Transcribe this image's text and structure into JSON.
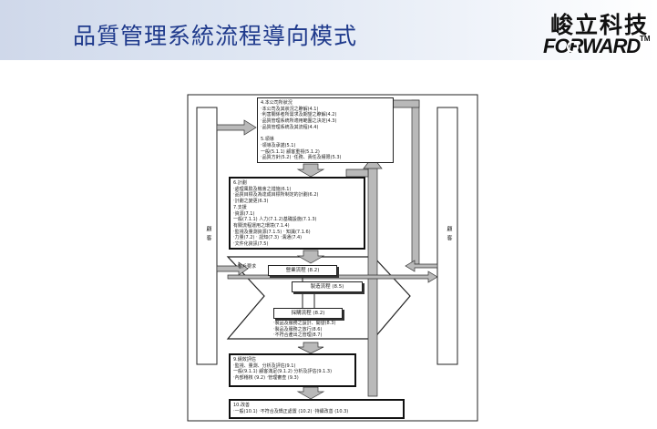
{
  "slide": {
    "title": "品質管理系統流程導向模式"
  },
  "brand": {
    "name_cn": "峻立科技",
    "name_en": "FORWARD",
    "tm": "TM"
  },
  "diagram": {
    "customer_left": "顧客",
    "customer_right": "顧客",
    "customer_req": "客戶要求",
    "box4": {
      "lines": [
        "4.本公司所狀況",
        "‧本公司及其狀況之瞭解(4.1)",
        "‧利害關係者所需求及期望之瞭解(4.2)",
        "‧品質管理系統所適用範圍之決定(4.3)",
        "‧品質管理系統及其流程(4.4)",
        "",
        "5.領導",
        "‧領導及承諾(5.1)",
        "  一般(5.1.1) 顧客重視(5.1.2)",
        "‧品質方針(5.2) ‧任務、責任及權限(5.3)"
      ]
    },
    "box6": {
      "lines": [
        "6.計劃",
        "‧處理風險及機會之措施(6.1)",
        "‧品質目標及為達成目標所制定的計劃(6.2)",
        "‧計劃之變更(6.3)",
        "7.支援",
        "‧資源(7.1)",
        "  一般(7.1.1) 人力(7.1.2)基礎設施(7.1.3)",
        "  有關流程運用之環境(7.1.4)",
        "  ‧監視及量測資源(7.1.5)  ‧ 知識(7.1.6)",
        "‧力量(7.2) ‧ 認知(7.3) ‧溝通(7.4)",
        "‧文件化資訊(7.5)"
      ]
    },
    "business_flow": "營業流程 (8.2)",
    "manufacturing_flow": "製造流程 (8.5)",
    "purchasing_flow": "採購流程 (8.2)",
    "box8_notes": {
      "lines": [
        "‧製品及服務之設計、開發(8.3)",
        "‧製品及服務之放行(8.6)",
        "‧不符合產出之管理(8.7)"
      ]
    },
    "box9": {
      "lines": [
        "9.績效評估",
        "‧監視、量測、分析及評估(9.1)",
        "  一般(9.1.1) 顧客滿足(9.1.2) 分析及評估(9.1.3)",
        "‧內部稽核 (9.2) ‧管理審查 (9.3)"
      ]
    },
    "box10": {
      "lines": [
        "10.改善",
        "‧一般(10.1) ‧不符合及矯正處置 (10.2) ‧持續改善 (10.3)"
      ]
    }
  },
  "colors": {
    "title": "#1f3a8c",
    "arrow_fill": "#b9b9b9",
    "arrow_stroke": "#333333"
  }
}
